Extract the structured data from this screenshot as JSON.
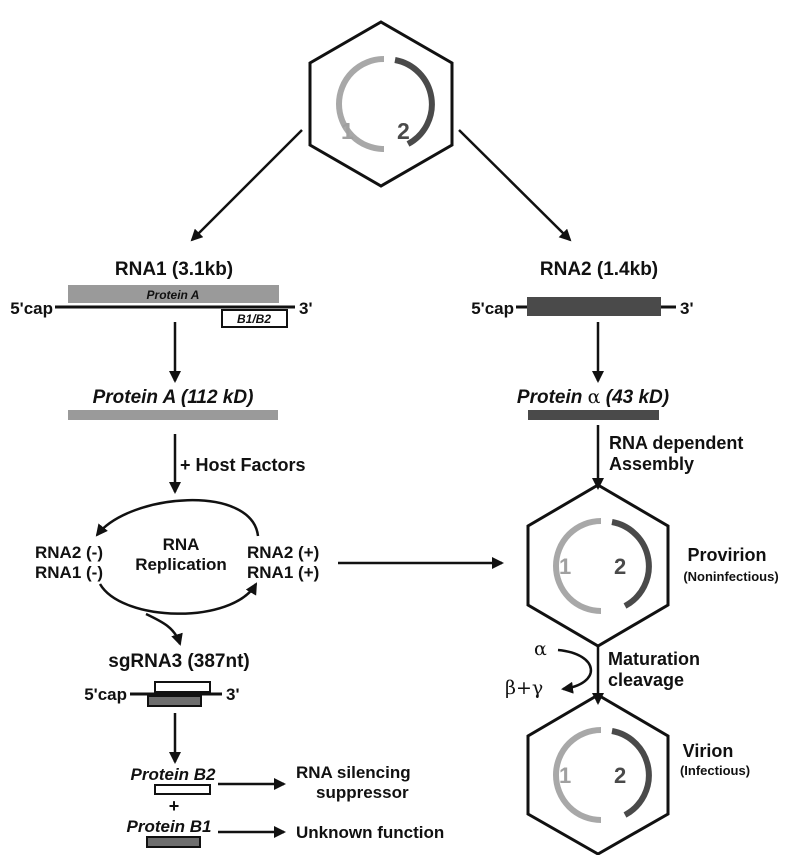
{
  "colors": {
    "line": "#111111",
    "rna1_light_gray": "#9a9a9a",
    "rna2_dark_gray": "#4a4a4a",
    "arc_light": "#a8a8a8",
    "arc_dark": "#4a4a4a",
    "box_gray": "#6e6e6e"
  },
  "virus_top": {
    "seg1": "1",
    "seg2": "2"
  },
  "rna1": {
    "title": "RNA1 (3.1kb)",
    "cap": "5'cap",
    "end": "3'",
    "orf_label": "Protein A",
    "sub_orf_label": "B1/B2",
    "protein": "Protein A (112 kD)",
    "host_factors": "+ Host Factors"
  },
  "rna2": {
    "title": "RNA2 (1.4kb)",
    "cap": "5'cap",
    "end": "3'",
    "protein_prefix": "Protein",
    "protein_symbol": "α",
    "protein_size": "(43 kD)",
    "assembly_line1": "RNA dependent",
    "assembly_line2": "Assembly"
  },
  "replication": {
    "left_top": "RNA2 (-)",
    "left_bottom": "RNA1 (-)",
    "center_top": "RNA",
    "center_bottom": "Replication",
    "right_top": "RNA2 (+)",
    "right_bottom": "RNA1 (+)"
  },
  "sgrna3": {
    "title": "sgRNA3 (387nt)",
    "cap": "5'cap",
    "end": "3'",
    "protein_b2": "Protein B2",
    "plus": "+",
    "protein_b1": "Protein B1",
    "b2_function_line1": "RNA silencing",
    "b2_function_line2": "suppressor",
    "b1_function": "Unknown function"
  },
  "provirion": {
    "seg1": "1",
    "seg2": "2",
    "title": "Provirion",
    "subtitle": "(Noninfectious)"
  },
  "maturation": {
    "alpha": "α",
    "products": "β+γ",
    "line1": "Maturation",
    "line2": "cleavage"
  },
  "virion": {
    "seg1": "1",
    "seg2": "2",
    "title": "Virion",
    "subtitle": "(Infectious)"
  }
}
